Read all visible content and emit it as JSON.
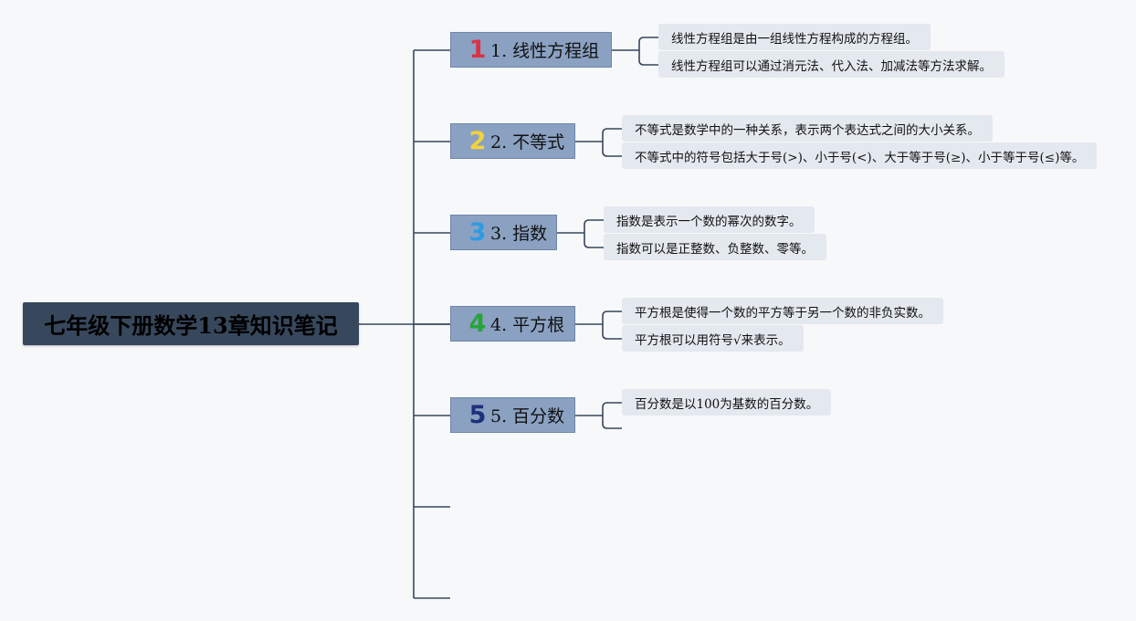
{
  "diagram": {
    "root": {
      "label": "七年级下册数学13章知识笔记"
    },
    "colors": {
      "connector": "#37475c",
      "root_fill": "#37475c",
      "topic_fill": "#8aa1c2",
      "note_fill": "#e4e8ef"
    },
    "topics": [
      {
        "id": "linear-equations",
        "badge": "1",
        "badge_color": "#d93345",
        "label": "1. 线性方程组",
        "notes": [
          "线性方程组是由一组线性方程构成的方程组。",
          "线性方程组可以通过消元法、代入法、加减法等方法求解。"
        ]
      },
      {
        "id": "inequalities",
        "badge": "2",
        "badge_color": "#f2d23c",
        "label": "2. 不等式",
        "notes": [
          "不等式是数学中的一种关系，表示两个表达式之间的大小关系。",
          "不等式中的符号包括大于号(>)、小于号(<)、大于等于号(≥)、小于等于号(≤)等。"
        ]
      },
      {
        "id": "exponents",
        "badge": "3",
        "badge_color": "#2f9be0",
        "label": "3. 指数",
        "notes": [
          "指数是表示一个数的幂次的数字。",
          "指数可以是正整数、负整数、零等。"
        ]
      },
      {
        "id": "square-root",
        "badge": "4",
        "badge_color": "#27a33a",
        "label": "4. 平方根",
        "notes": [
          "平方根是使得一个数的平方等于另一个数的非负实数。",
          "平方根可以用符号√来表示。"
        ]
      },
      {
        "id": "percent",
        "badge": "5",
        "badge_color": "#1e2f7a",
        "label": "5. 百分数",
        "notes": [
          "百分数是以100为基数的百分数。"
        ]
      }
    ]
  }
}
